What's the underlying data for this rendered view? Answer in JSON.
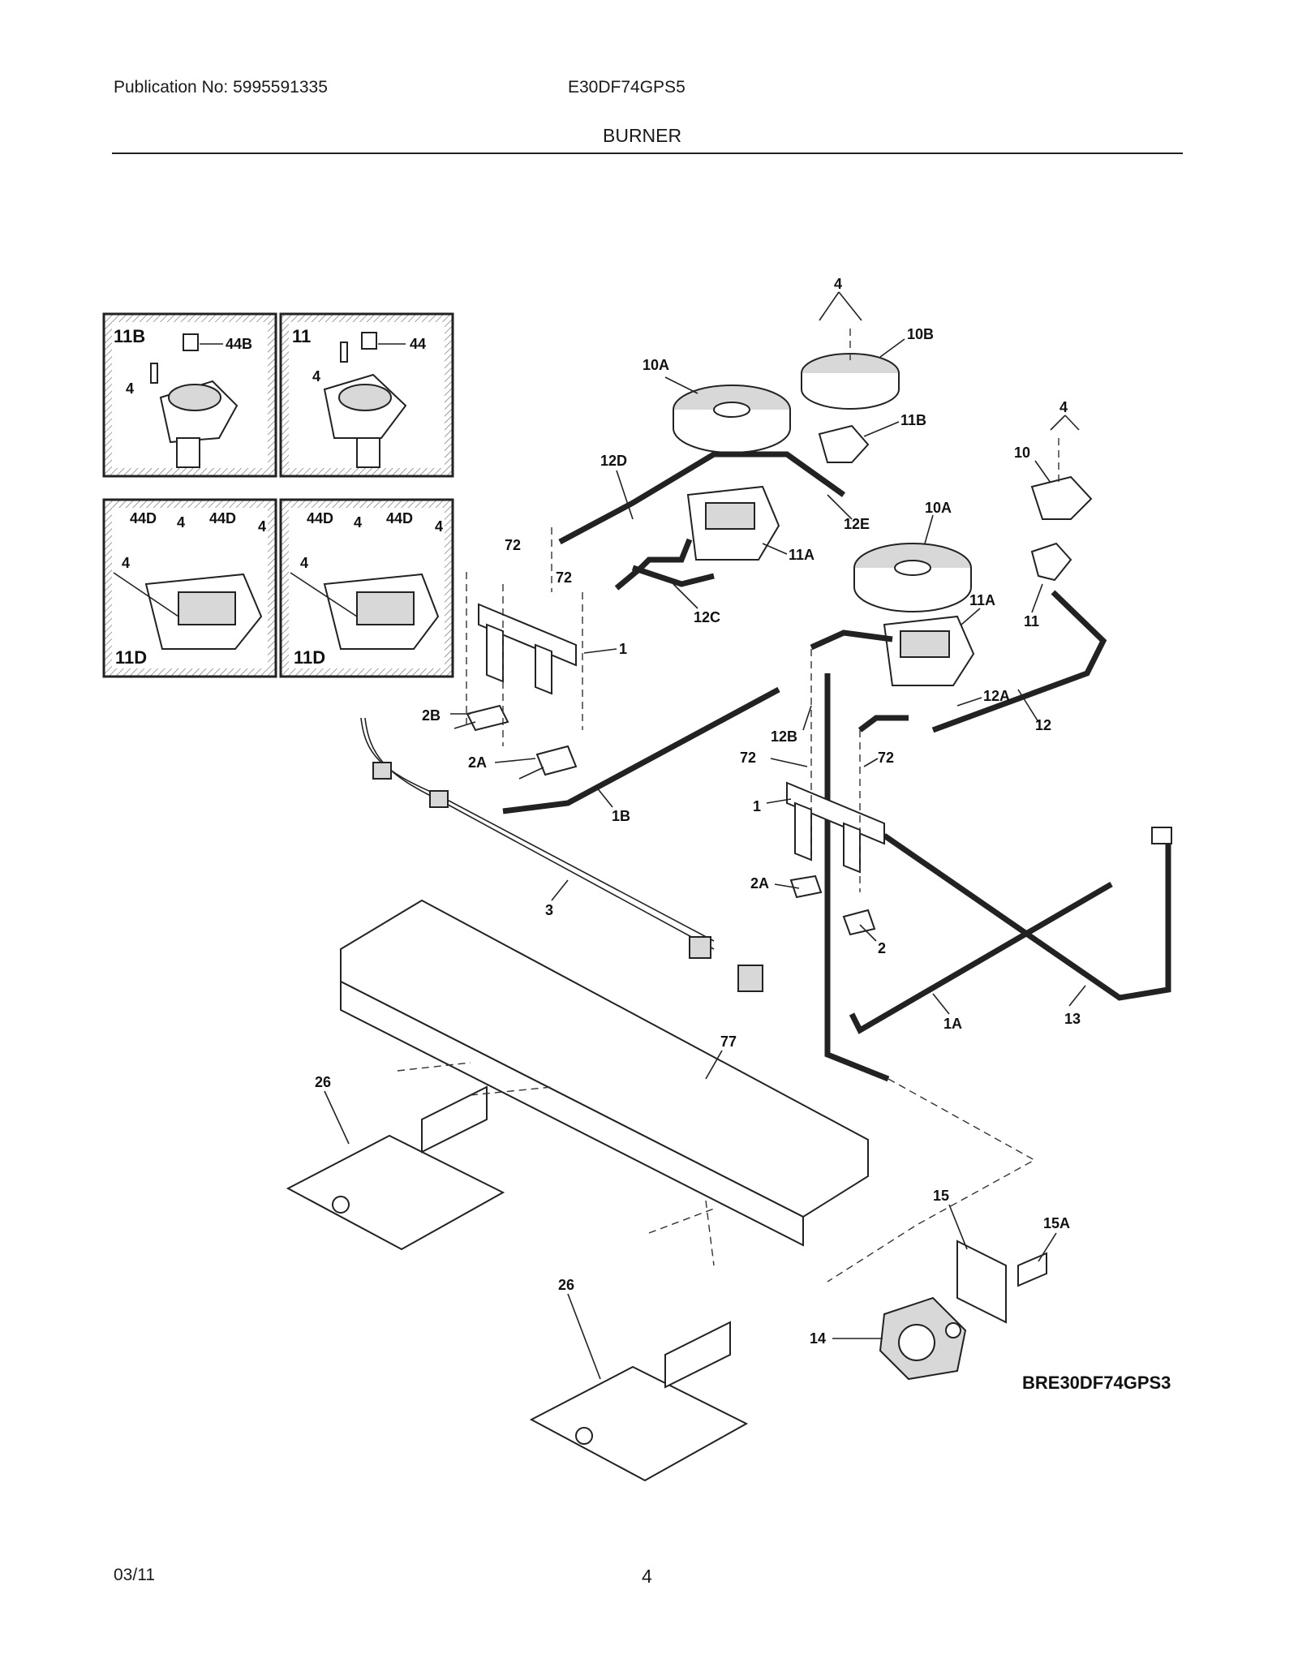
{
  "header": {
    "publication": "Publication No: 5995591335",
    "model": "E30DF74GPS5",
    "section": "BURNER"
  },
  "footer": {
    "date": "03/11",
    "page": "4"
  },
  "diagram_code": "BRE30DF74GPS3",
  "insets": [
    {
      "title": "11B",
      "labels": [
        "44B",
        "4"
      ]
    },
    {
      "title": "11",
      "labels": [
        "44",
        "4"
      ]
    },
    {
      "title": "11D",
      "labels": [
        "44D",
        "4",
        "44D",
        "4",
        "4"
      ]
    },
    {
      "title": "11D",
      "labels": [
        "44D",
        "4",
        "44D",
        "4",
        "4"
      ]
    }
  ],
  "callouts": {
    "c4a": "4",
    "c10b": "10B",
    "c10a_top": "10A",
    "c11b": "11B",
    "c4b": "4",
    "c10": "10",
    "c12d": "12D",
    "c12e": "12E",
    "c10a_right": "10A",
    "c72a": "72",
    "c72b": "72",
    "c11a_left": "11A",
    "c12c": "12C",
    "c11a_right": "11A",
    "c11": "11",
    "c1_left": "1",
    "c2b": "2B",
    "c12a": "12A",
    "c12": "12",
    "c2a_left": "2A",
    "c12b": "12B",
    "c72c": "72",
    "c72d": "72",
    "c1b": "1B",
    "c1_right": "1",
    "c2a_right": "2A",
    "c2": "2",
    "c3": "3",
    "c1a": "1A",
    "c13": "13",
    "c77": "77",
    "c26a": "26",
    "c15": "15",
    "c15a": "15A",
    "c26b": "26",
    "c14": "14"
  }
}
